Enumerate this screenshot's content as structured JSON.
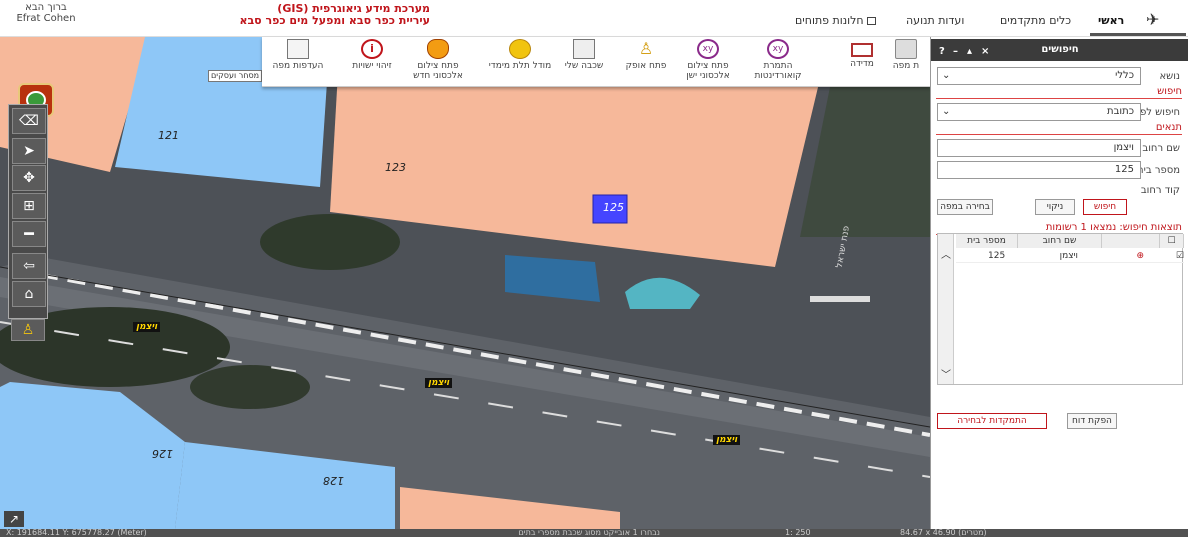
{
  "user": {
    "name_he": "ברוך הבא",
    "name_en": "Efrat Cohen"
  },
  "system": {
    "title_line1": "מערכת מידע גיאוגרפית (GIS)",
    "title_line2": "עיריית כפר סבא ומפעל מים כפר סבא"
  },
  "menu": {
    "main": "ראשי",
    "advanced": "כלים מתקדמים",
    "traffic": "ועדות תנועה",
    "open_windows": "חלונות פתוחים"
  },
  "ribbon": [
    {
      "label": "ת מפה"
    },
    {
      "label": "מדידה"
    },
    {
      "label": "התמרת קואורדינטות"
    },
    {
      "label": "פתח צילום אלכסוני ישן"
    },
    {
      "label": "פתח אופק"
    },
    {
      "label": "שכבה שלי"
    },
    {
      "label": "מודל תלת מימדי"
    },
    {
      "label": "פתח צילום אלכסוני חדש"
    },
    {
      "label": "זיהוי ישויות"
    },
    {
      "label": "העדפות מפה"
    }
  ],
  "map": {
    "buildings": [
      "121",
      "123",
      "125",
      "126",
      "128"
    ],
    "streets": [
      "ויצמן",
      "ויצמן",
      "ויצמן"
    ],
    "tag": "מסחר ועסקים",
    "sidewalk_text": "פנת ישראל"
  },
  "panel": {
    "title": "חיפושים",
    "subject_label": "נושא",
    "subject_value": "כללי",
    "search_section": "חיפוש",
    "search_by_label": "חיפוש לפי",
    "search_by_value": "כתובת",
    "conditions_section": "תנאים",
    "street_label": "שם רחוב",
    "street_value": "ויצמן",
    "house_label": "מספר בית",
    "house_value": "125",
    "street_code_label": "קוד רחוב",
    "btn_search": "חיפוש",
    "btn_clear": "ניקוי",
    "btn_select_map": "בחירה במפה",
    "results_title": "תוצאות חיפוש: נמצאו 1 רשומות",
    "col_street": "שם רחוב",
    "col_house": "מספר בית",
    "rows": [
      {
        "street": "ויצמן",
        "house": "125"
      }
    ],
    "btn_report": "הפקת דוח",
    "btn_focus": "התמקדות לבחירה"
  },
  "status": {
    "coords": "X: 191684.11  Y: 675778.27 (Meter)",
    "layer_info": "נבחרו 1 אובייקט מסוג שכבת מספרי בתים",
    "scale": "1: 250",
    "extent": "84.67 x 46.90 (מטרים)"
  }
}
